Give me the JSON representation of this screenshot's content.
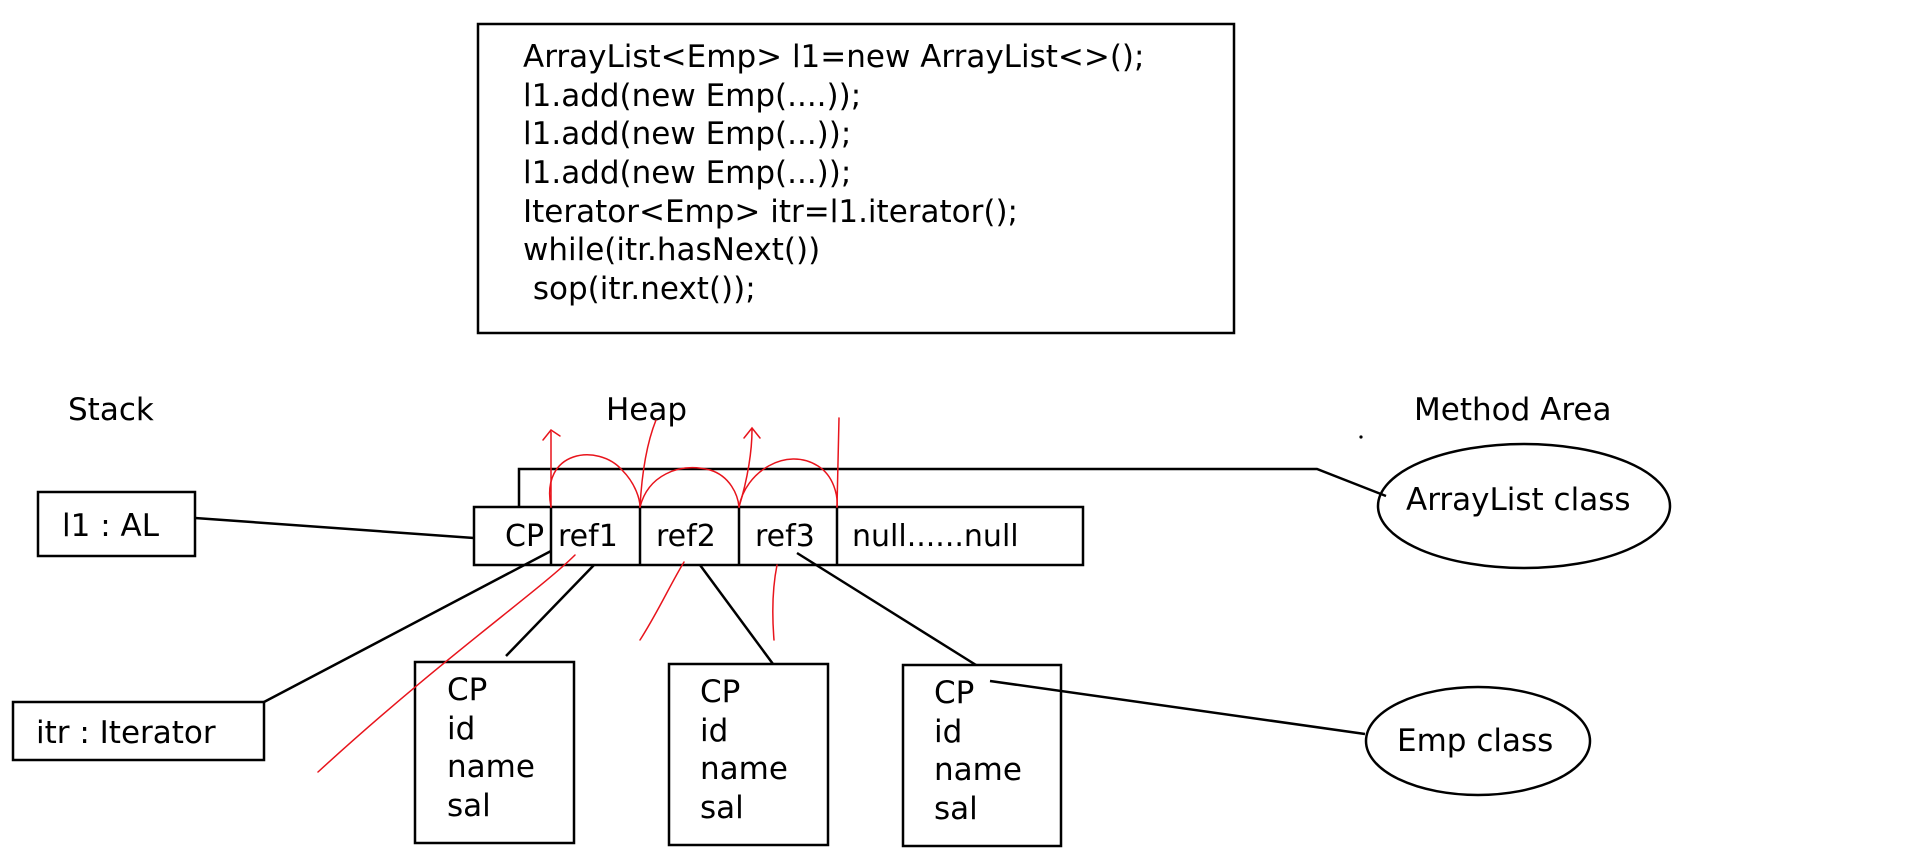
{
  "code_block": {
    "lines": [
      "ArrayList<Emp> l1=new ArrayList<>();",
      "l1.add(new Emp(....));",
      "l1.add(new Emp(...));",
      "l1.add(new Emp(...));",
      "Iterator<Emp> itr=l1.iterator();",
      "while(itr.hasNext())",
      " sop(itr.next());"
    ]
  },
  "sections": {
    "stack": "Stack",
    "heap": "Heap",
    "method_area": "Method Area"
  },
  "stack_vars": {
    "l1": "l1 : AL",
    "itr": "itr : Iterator"
  },
  "arraylist_cells": [
    "CP",
    "ref1",
    "ref2",
    "ref3",
    "null......null"
  ],
  "emp_objects": [
    {
      "fields": [
        "CP",
        "id",
        "name",
        "sal"
      ]
    },
    {
      "fields": [
        "CP",
        "id",
        "name",
        "sal"
      ]
    },
    {
      "fields": [
        "CP",
        "id",
        "name",
        "sal"
      ]
    }
  ],
  "classes": {
    "arraylist": "ArrayList class",
    "emp": "Emp class"
  },
  "colors": {
    "ink": "#000000",
    "annotation": "#e8141c"
  }
}
